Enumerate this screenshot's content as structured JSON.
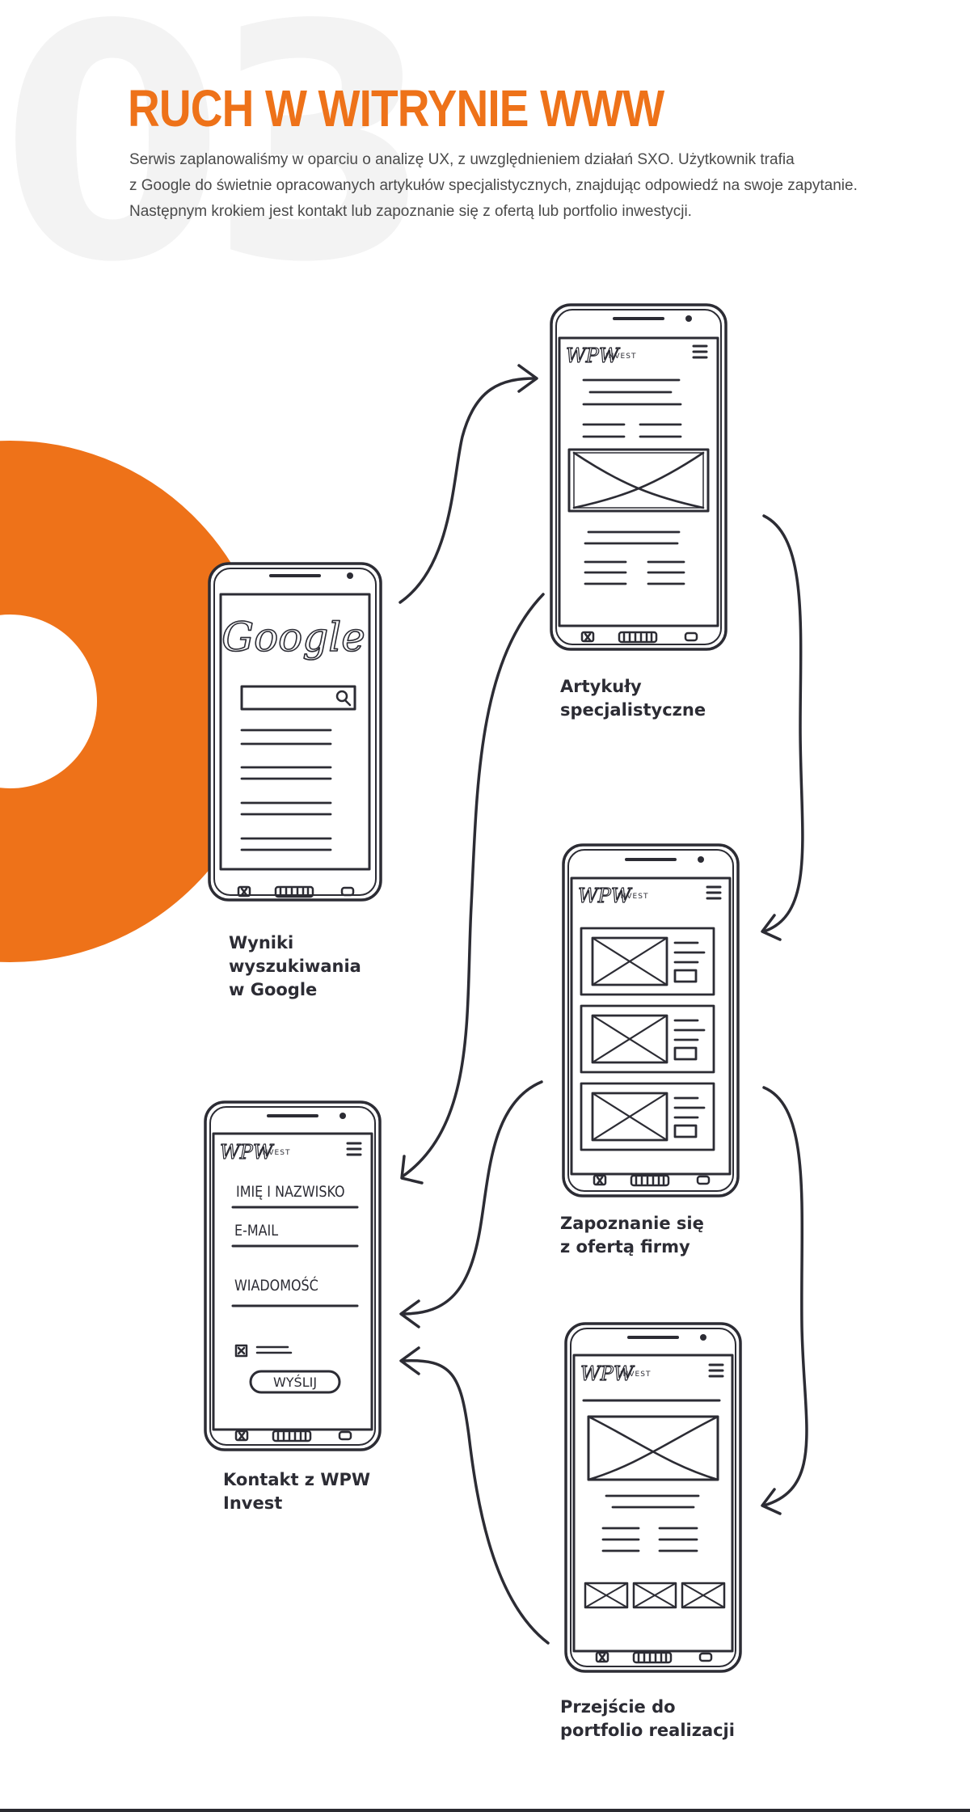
{
  "header": {
    "section_number": "03",
    "title": "RUCH W WITRYNIE WWW",
    "intro_lines": [
      "Serwis zaplanowaliśmy w oparciu o analizę UX, z uwzględnieniem działań SXO. Użytkownik trafia",
      "z Google do świetnie opracowanych artykułów specjalistycznych, znajdując odpowiedź na swoje zapytanie.",
      "Następnym krokiem jest kontakt lub zapoznanie się z ofertą lub portfolio inwestycji."
    ]
  },
  "colors": {
    "accent": "#ee7219",
    "ink": "#2c2c34",
    "body_text": "#4a4a4a",
    "watermark": "#f3f3f3"
  },
  "nodes": {
    "google": {
      "caption_lines": [
        "Wyniki",
        "wyszukiwania",
        "w Google"
      ],
      "logo_text": "Google"
    },
    "articles": {
      "caption_lines": [
        "Artykuły",
        "specjalistyczne"
      ]
    },
    "offer": {
      "caption_lines": [
        "Zapoznanie się",
        "z ofertą firmy"
      ]
    },
    "contact": {
      "caption_lines": [
        "Kontakt z WPW",
        "Invest"
      ],
      "field_name": "IMIĘ I NAZWISKO",
      "field_email": "E-MAIL",
      "field_message": "WIADOMOŚĆ",
      "send_button": "WYŚLIJ"
    },
    "portfolio": {
      "caption_lines": [
        "Przejście do",
        "portfolio realizacji"
      ]
    }
  },
  "brand": {
    "logo_mark": "WPW",
    "logo_word": "INVEST"
  },
  "edges": [
    {
      "from": "google",
      "to": "articles"
    },
    {
      "from": "articles",
      "to": "offer"
    },
    {
      "from": "articles",
      "to": "contact"
    },
    {
      "from": "offer",
      "to": "contact"
    },
    {
      "from": "offer",
      "to": "portfolio"
    },
    {
      "from": "portfolio",
      "to": "contact"
    }
  ]
}
